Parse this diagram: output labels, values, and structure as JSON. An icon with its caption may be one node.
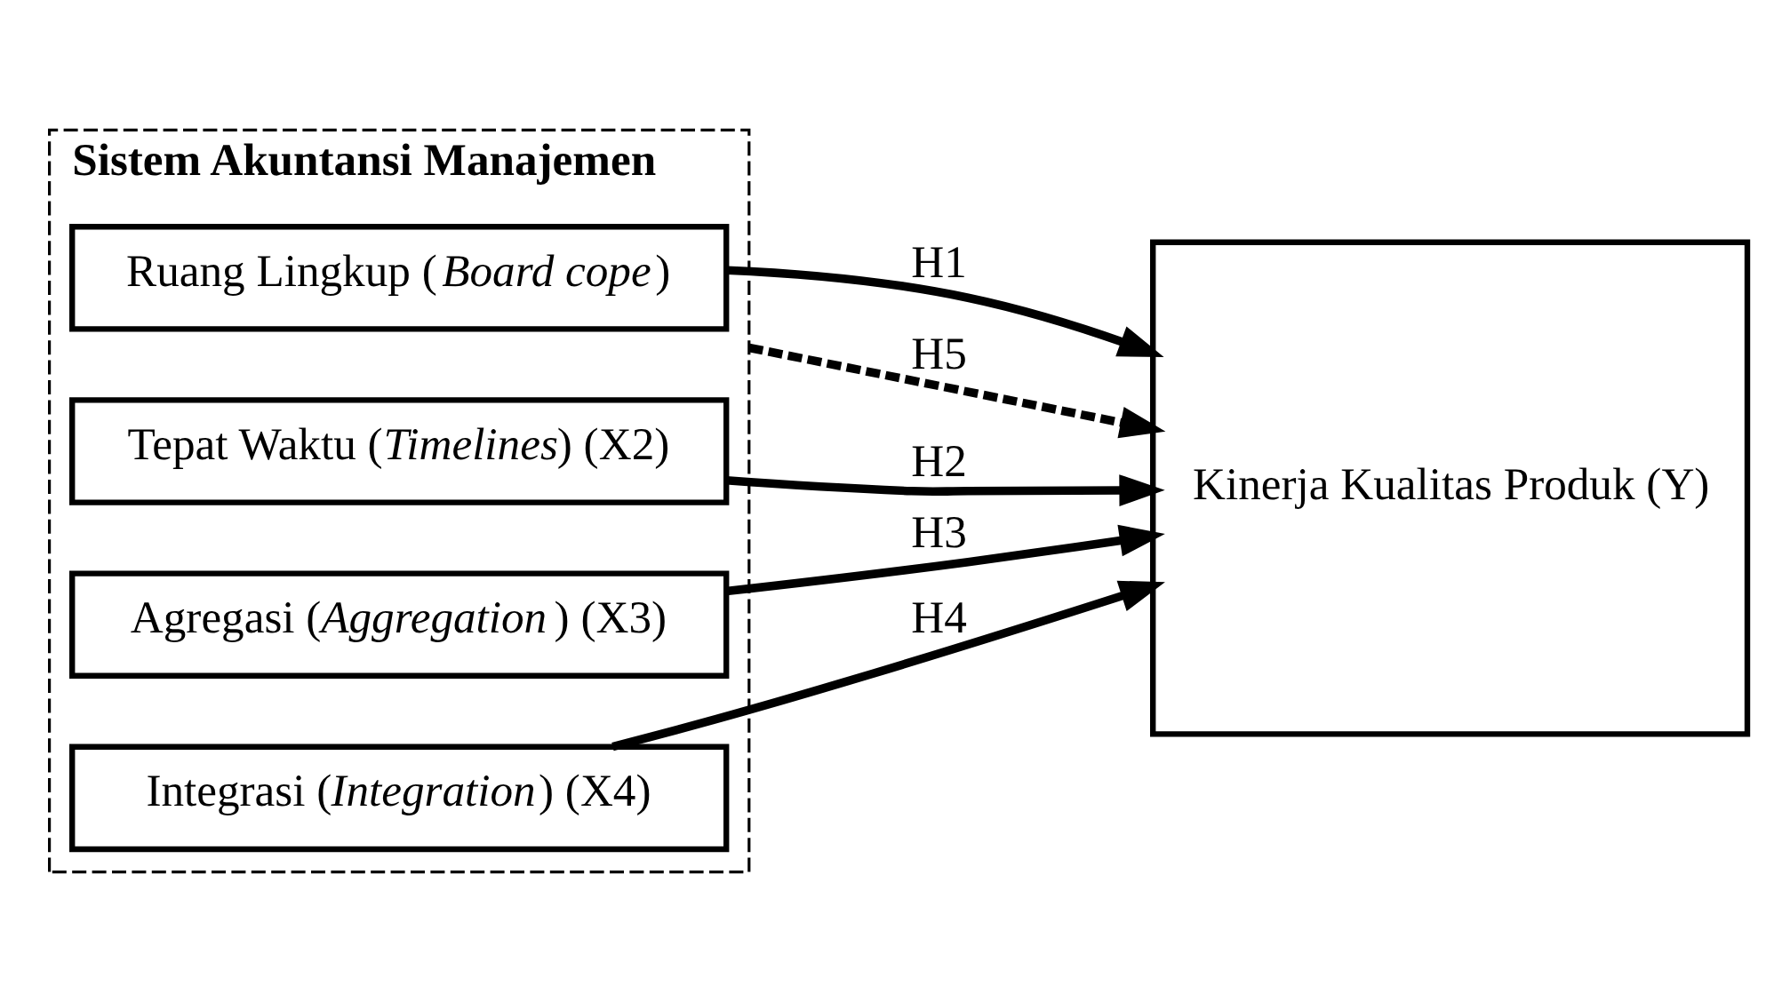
{
  "diagram": {
    "nodes": [
      {
        "text": [
          "**Sistem Akuntansi Manajemen**"
        ]
      },
      {
        "text": [
          "Ruang Lingkup (*Board cope*)"
        ],
        "in": 0
      },
      {
        "text": [
          "Tepat Waktu (*Timelines*) (X2)"
        ],
        "in": 0
      },
      {
        "text": [
          "Agregasi (*Aggregation*) (X3)"
        ],
        "in": 0
      },
      {
        "text": [
          "Integrasi (*Integration*) (X4)"
        ],
        "in": 0
      },
      {
        "text": [
          "Kinerja Kualitas Produk (Y)"
        ]
      }
    ],
    "edges": [
      {
        "from": 1,
        "to": 5,
        "arrow": "to",
        "label": "H1"
      },
      {
        "from": 2,
        "to": 5,
        "arrow": "to",
        "label": "H2"
      },
      {
        "from": 3,
        "to": 5,
        "arrow": "to",
        "label": "H3"
      },
      {
        "from": 4,
        "to": 5,
        "arrow": "to",
        "label": "H4"
      },
      {
        "from": 0,
        "to": 5,
        "arrow": "to",
        "label": "H5",
        "style": "dashed"
      }
    ]
  }
}
